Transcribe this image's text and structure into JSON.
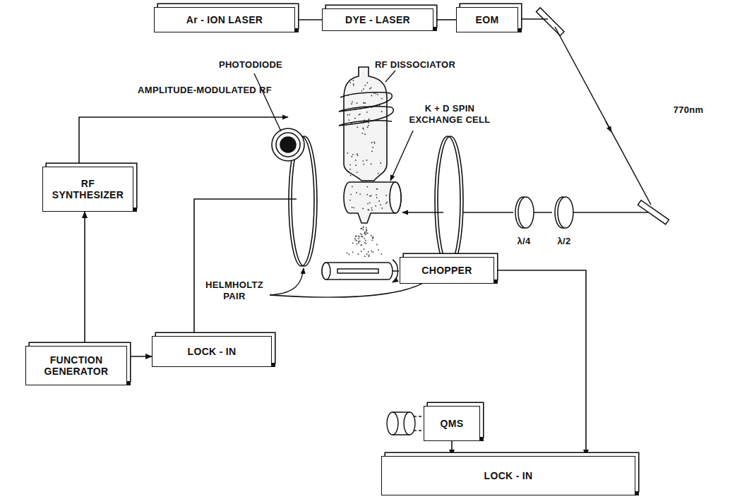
{
  "diagram": {
    "nodes": [
      {
        "text": [
          "Ar - ION LASER"
        ]
      },
      {
        "text": [
          "DYE - LASER"
        ]
      },
      {
        "text": [
          "EOM"
        ]
      },
      {
        "text": [
          "RF SYNTHESIZER"
        ]
      },
      {
        "text": [
          "FUNCTION GENERATOR"
        ]
      },
      {
        "text": [
          "LOCK - IN"
        ]
      },
      {
        "text": [
          "CHOPPER"
        ]
      },
      {
        "text": [
          "QMS"
        ]
      },
      {
        "text": [
          "LOCK - IN"
        ]
      }
    ],
    "edges": [
      {
        "from": 0,
        "to": 1,
        "arrow": "none"
      },
      {
        "from": 1,
        "to": 2,
        "arrow": "none"
      },
      {
        "from": 4,
        "to": 3,
        "arrow": "to"
      },
      {
        "from": 4,
        "to": 5,
        "arrow": "to"
      },
      {
        "from": 6,
        "to": 8,
        "arrow": "to"
      },
      {
        "from": 7,
        "to": 8,
        "arrow": "to"
      }
    ],
    "labels": [
      "770nm",
      "PHOTODIODE",
      "RF DISSOCIATOR",
      "AMPLITUDE-MODULATED RF",
      "K + D SPIN EXCHANGE CELL",
      "λ/4",
      "λ/2",
      "HELMHOLTZ PAIR"
    ]
  }
}
